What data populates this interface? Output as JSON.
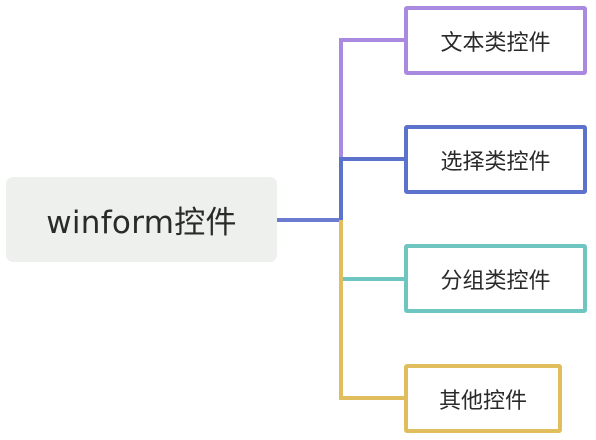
{
  "root": {
    "label": "winform控件",
    "connector_color": "#6b7bd0"
  },
  "children": [
    {
      "label": "文本类控件",
      "color": "#a98ae0"
    },
    {
      "label": "选择类控件",
      "color": "#5d72cc"
    },
    {
      "label": "分组类控件",
      "color": "#6fc5c0"
    },
    {
      "label": "其他控件",
      "color": "#e0be5e"
    }
  ]
}
